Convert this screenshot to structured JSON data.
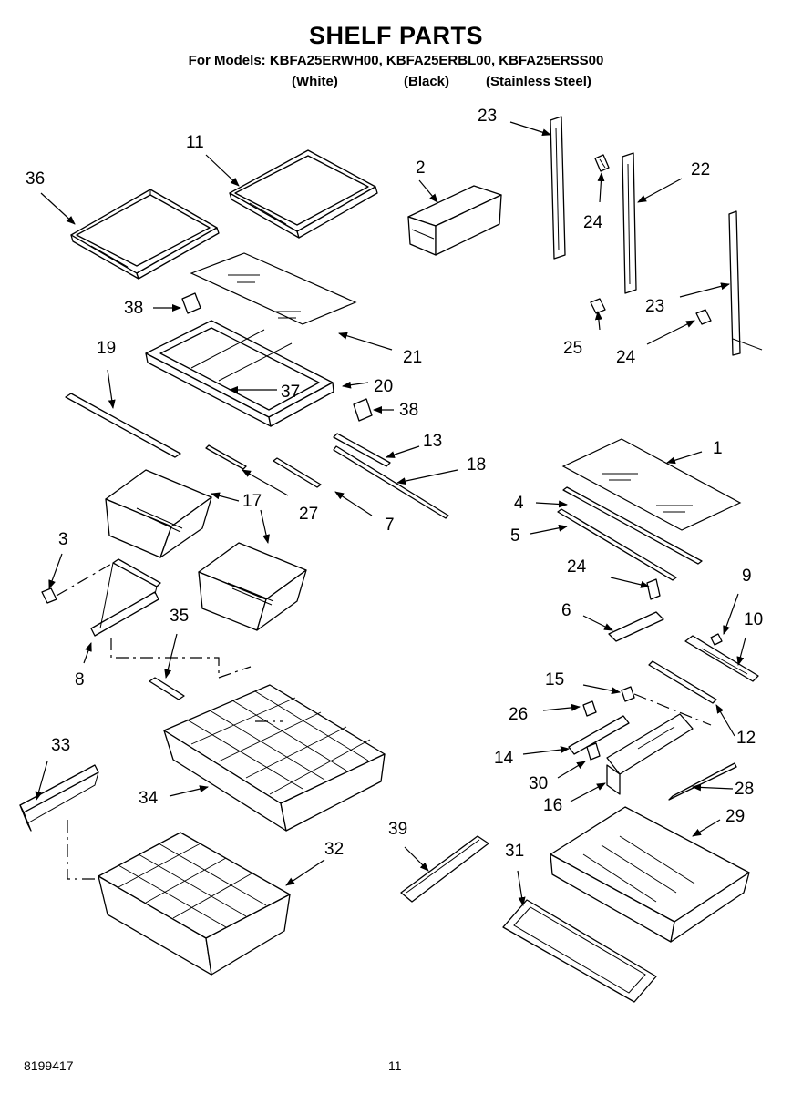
{
  "title": "SHELF PARTS",
  "models_line": "For Models: KBFA25ERWH00, KBFA25ERBL00, KBFA25ERSS00",
  "variants": [
    "(White)",
    "(Black)",
    "(Stainless Steel)"
  ],
  "footer": {
    "doc_number": "8199417",
    "page_number": "11"
  },
  "callouts": {
    "c1": "1",
    "c2": "2",
    "c3": "3",
    "c4": "4",
    "c5": "5",
    "c6": "6",
    "c7": "7",
    "c8": "8",
    "c9": "9",
    "c10": "10",
    "c11": "11",
    "c12": "12",
    "c13": "13",
    "c14": "14",
    "c15": "15",
    "c16": "16",
    "c17": "17",
    "c18": "18",
    "c19": "19",
    "c20": "20",
    "c21": "21",
    "c22": "22",
    "c23a": "23",
    "c23b": "23",
    "c24a": "24",
    "c24b": "24",
    "c24c": "24",
    "c25": "25",
    "c26": "26",
    "c27": "27",
    "c28": "28",
    "c29": "29",
    "c30": "30",
    "c31": "31",
    "c32": "32",
    "c33": "33",
    "c34": "34",
    "c35": "35",
    "c36": "36",
    "c37": "37",
    "c38a": "38",
    "c38b": "38",
    "c39": "39"
  }
}
